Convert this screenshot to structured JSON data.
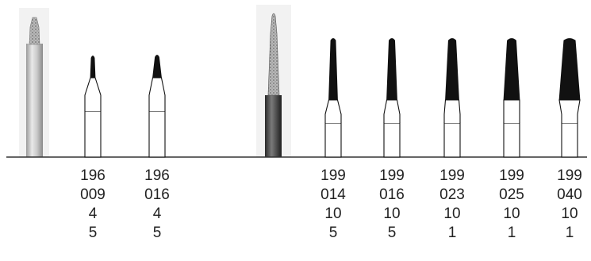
{
  "colors": {
    "fill": "#111111",
    "outline": "#111111",
    "baseline": "#333333",
    "text": "#222222"
  },
  "groups": [
    {
      "photo": {
        "kind": "diamond-coated-shank"
      },
      "instruments": [
        {
          "labels": [
            "196",
            "009",
            "4",
            "5"
          ],
          "tip": "narrow"
        },
        {
          "labels": [
            "196",
            "016",
            "4",
            "5"
          ],
          "tip": "narrow"
        }
      ]
    },
    {
      "photo": {
        "kind": "dark-shank-long-taper"
      },
      "instruments": [
        {
          "labels": [
            "199",
            "014",
            "10",
            "5"
          ],
          "tip": "long"
        },
        {
          "labels": [
            "199",
            "016",
            "10",
            "5"
          ],
          "tip": "long"
        },
        {
          "labels": [
            "199",
            "023",
            "10",
            "1"
          ],
          "tip": "long"
        },
        {
          "labels": [
            "199",
            "025",
            "10",
            "1"
          ],
          "tip": "long"
        },
        {
          "labels": [
            "199",
            "040",
            "10",
            "1"
          ],
          "tip": "long"
        }
      ]
    }
  ]
}
